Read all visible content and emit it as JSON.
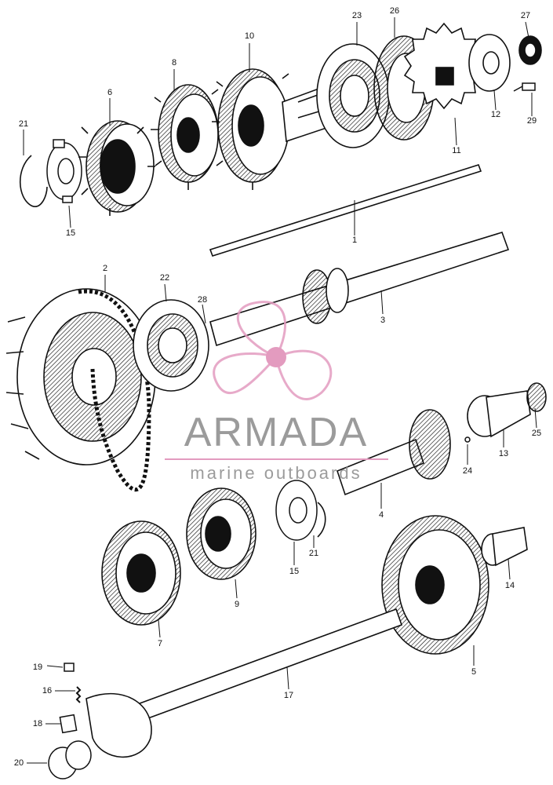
{
  "watermark": {
    "brand": "ARMADA",
    "tagline": "marine outboards",
    "brand_color": "#8a8a8a",
    "accent_color": "#e39bbf"
  },
  "colors": {
    "ink": "#111111",
    "paper": "#ffffff"
  },
  "callouts": [
    {
      "id": "c1",
      "label": "1"
    },
    {
      "id": "c2",
      "label": "2"
    },
    {
      "id": "c3",
      "label": "3"
    },
    {
      "id": "c4",
      "label": "4"
    },
    {
      "id": "c5",
      "label": "5"
    },
    {
      "id": "c6",
      "label": "6"
    },
    {
      "id": "c7",
      "label": "7"
    },
    {
      "id": "c8",
      "label": "8"
    },
    {
      "id": "c9",
      "label": "9"
    },
    {
      "id": "c10",
      "label": "10"
    },
    {
      "id": "c11",
      "label": "11"
    },
    {
      "id": "c12",
      "label": "12"
    },
    {
      "id": "c13",
      "label": "13"
    },
    {
      "id": "c14",
      "label": "14"
    },
    {
      "id": "c15a",
      "label": "15"
    },
    {
      "id": "c15b",
      "label": "15"
    },
    {
      "id": "c16",
      "label": "16"
    },
    {
      "id": "c17",
      "label": "17"
    },
    {
      "id": "c18",
      "label": "18"
    },
    {
      "id": "c19",
      "label": "19"
    },
    {
      "id": "c20",
      "label": "20"
    },
    {
      "id": "c21a",
      "label": "21"
    },
    {
      "id": "c21b",
      "label": "21"
    },
    {
      "id": "c22",
      "label": "22"
    },
    {
      "id": "c23",
      "label": "23"
    },
    {
      "id": "c24",
      "label": "24"
    },
    {
      "id": "c25",
      "label": "25"
    },
    {
      "id": "c26",
      "label": "26"
    },
    {
      "id": "c27",
      "label": "27"
    },
    {
      "id": "c28",
      "label": "28"
    },
    {
      "id": "c29",
      "label": "29"
    }
  ]
}
